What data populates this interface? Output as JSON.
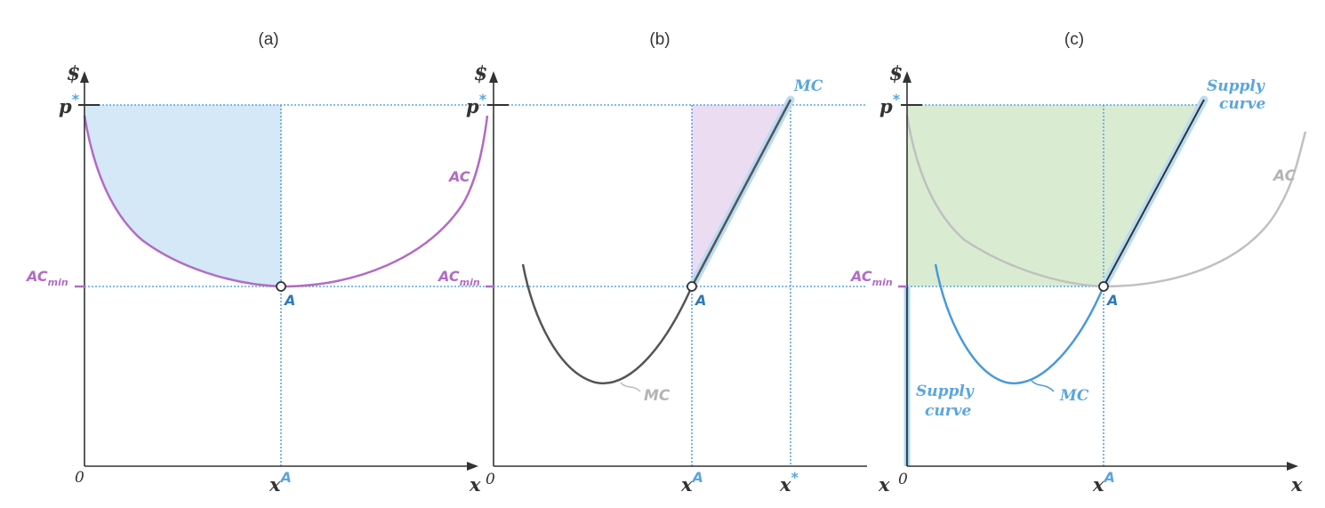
{
  "panels": [
    {
      "title": "(a)",
      "y_axis_label": "$",
      "x_axis_label": "x",
      "origin_label": "0",
      "p_label": "p",
      "p_label_sup": "*",
      "acmin_label": "AC",
      "acmin_sub": "min",
      "xa_label": "x",
      "xa_sup": "A",
      "point_label": "A",
      "curve_label": "AC"
    },
    {
      "title": "(b)",
      "y_axis_label": "$",
      "x_axis_label": "x",
      "origin_label": "0",
      "p_label": "p",
      "p_label_sup": "*",
      "acmin_label": "AC",
      "acmin_sub": "min",
      "xa_label": "x",
      "xa_sup": "A",
      "xstar_label": "x",
      "xstar_sup": "*",
      "point_label": "A",
      "mc_top_label": "MC",
      "mc_bottom_label": "MC"
    },
    {
      "title": "(c)",
      "y_axis_label": "$",
      "x_axis_label": "x",
      "origin_label": "0",
      "p_label": "p",
      "p_label_sup": "*",
      "acmin_label": "AC",
      "acmin_sub": "min",
      "xa_label": "x",
      "xa_sup": "A",
      "point_label": "A",
      "supply_top_line1": "Supply",
      "supply_top_line2": "curve",
      "supply_low_line1": "Supply",
      "supply_low_line2": "curve",
      "ac_label": "AC",
      "mc_label": "MC"
    }
  ],
  "colors": {
    "ac_purple": "#b36bc4",
    "guide_blue": "#5aa6e6",
    "fill_blue": "#d4e8f7",
    "fill_purple": "#ecdcf2",
    "fill_green": "#d9ecd1",
    "supply_highlight": "#b9dcf5"
  }
}
